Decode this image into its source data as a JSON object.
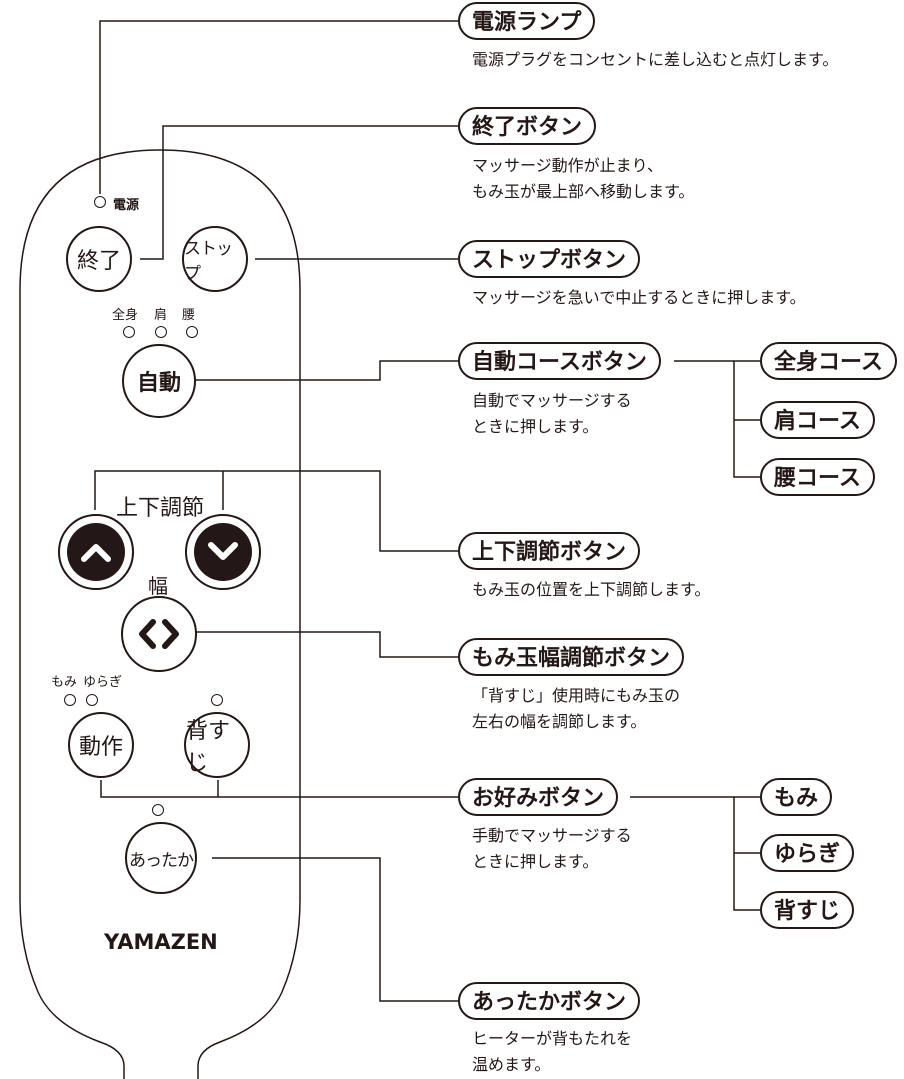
{
  "remote": {
    "power_led_label": "電源",
    "buttons": {
      "stop_end": "終了",
      "stop": "ストップ",
      "auto": "自動",
      "action": "動作",
      "back": "背すじ",
      "warm": "あったか"
    },
    "auto_led_labels": [
      "全身",
      "肩",
      "腰"
    ],
    "action_led_labels": [
      "もみ",
      "ゆらぎ"
    ],
    "updown_label": "上下調節",
    "width_label": "幅",
    "brand": "YAMAZEN"
  },
  "callouts": {
    "power_lamp": {
      "title": "電源ランプ",
      "desc": [
        "電源プラグをコンセントに差し込むと点灯します。"
      ]
    },
    "end_button": {
      "title": "終了ボタン",
      "desc": [
        "マッサージ動作が止まり、",
        "もみ玉が最上部へ移動します。"
      ]
    },
    "stop_button": {
      "title": "ストップボタン",
      "desc": [
        "マッサージを急いで中止するときに押します。"
      ]
    },
    "auto_course_button": {
      "title": "自動コースボタン",
      "desc": [
        "自動でマッサージする",
        "ときに押します。"
      ],
      "options": [
        "全身コース",
        "肩コース",
        "腰コース"
      ]
    },
    "updown_button": {
      "title": "上下調節ボタン",
      "desc": [
        "もみ玉の位置を上下調節します。"
      ]
    },
    "width_button": {
      "title": "もみ玉幅調節ボタン",
      "desc": [
        "「背すじ」使用時にもみ玉の",
        "左右の幅を調節します。"
      ]
    },
    "favorite_button": {
      "title": "お好みボタン",
      "desc": [
        "手動でマッサージする",
        "ときに押します。"
      ],
      "options": [
        "もみ",
        "ゆらぎ",
        "背すじ"
      ]
    },
    "warm_button": {
      "title": "あったかボタン",
      "desc": [
        "ヒーターが背もたれを",
        "温めます。"
      ]
    }
  },
  "colors": {
    "ink": "#231815",
    "background": "#ffffff"
  }
}
